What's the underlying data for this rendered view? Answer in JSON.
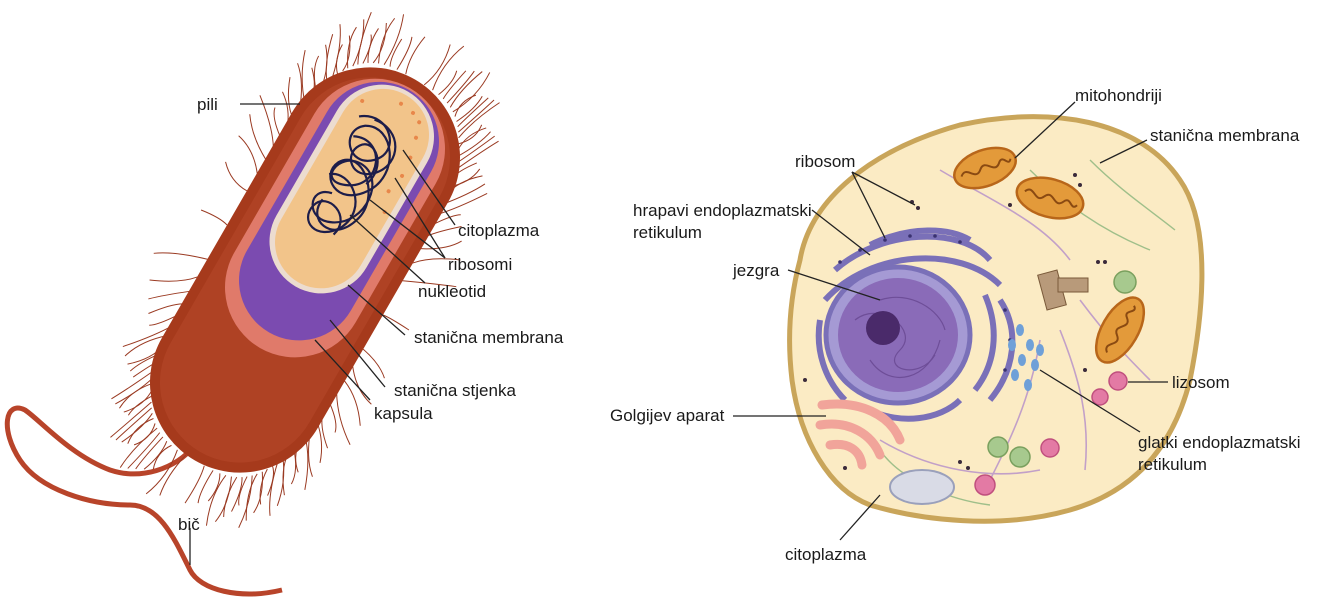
{
  "colors": {
    "capsule": "#a63a1c",
    "wall": "#e07a6a",
    "membrane": "#7b4bb0",
    "cytoplasm": "#f2c48a",
    "nucleoid": "#1d1d4a",
    "flagellum": "#b8442a",
    "cell_fill": "#fbebc4",
    "cell_outline": "#c9a55a",
    "nucleus": "#8a6bb8",
    "nucleolus": "#4a2a6a",
    "er": "#7a70b8",
    "mitochondria": "#e39a3a",
    "lysosome": "#e37aa4",
    "golgi": "#f1a49a",
    "vacuole": "#d9dbe6",
    "vesicle": "#a7c98e"
  },
  "bacterium": {
    "labels": {
      "pili": "pili",
      "citoplazma": "citoplazma",
      "ribosomi": "ribosomi",
      "nukleotid": "nukleotid",
      "stanicna_membrana": "stanična membrana",
      "stanicna_stjenka": "stanična stjenka",
      "kapsula": "kapsula",
      "bic": "bič"
    }
  },
  "animal_cell": {
    "labels": {
      "mitohondriji": "mitohondriji",
      "stanicna_membrana": "stanična membrana",
      "ribosom": "ribosom",
      "hrapavi_er_1": "hrapavi endoplazmatski",
      "hrapavi_er_2": "retikulum",
      "jezgra": "jezgra",
      "lizosom": "lizosom",
      "golgijev_aparat": "Golgijev aparat",
      "glatki_er_1": "glatki endoplazmatski",
      "glatki_er_2": "retikulum",
      "citoplazma": "citoplazma"
    }
  }
}
